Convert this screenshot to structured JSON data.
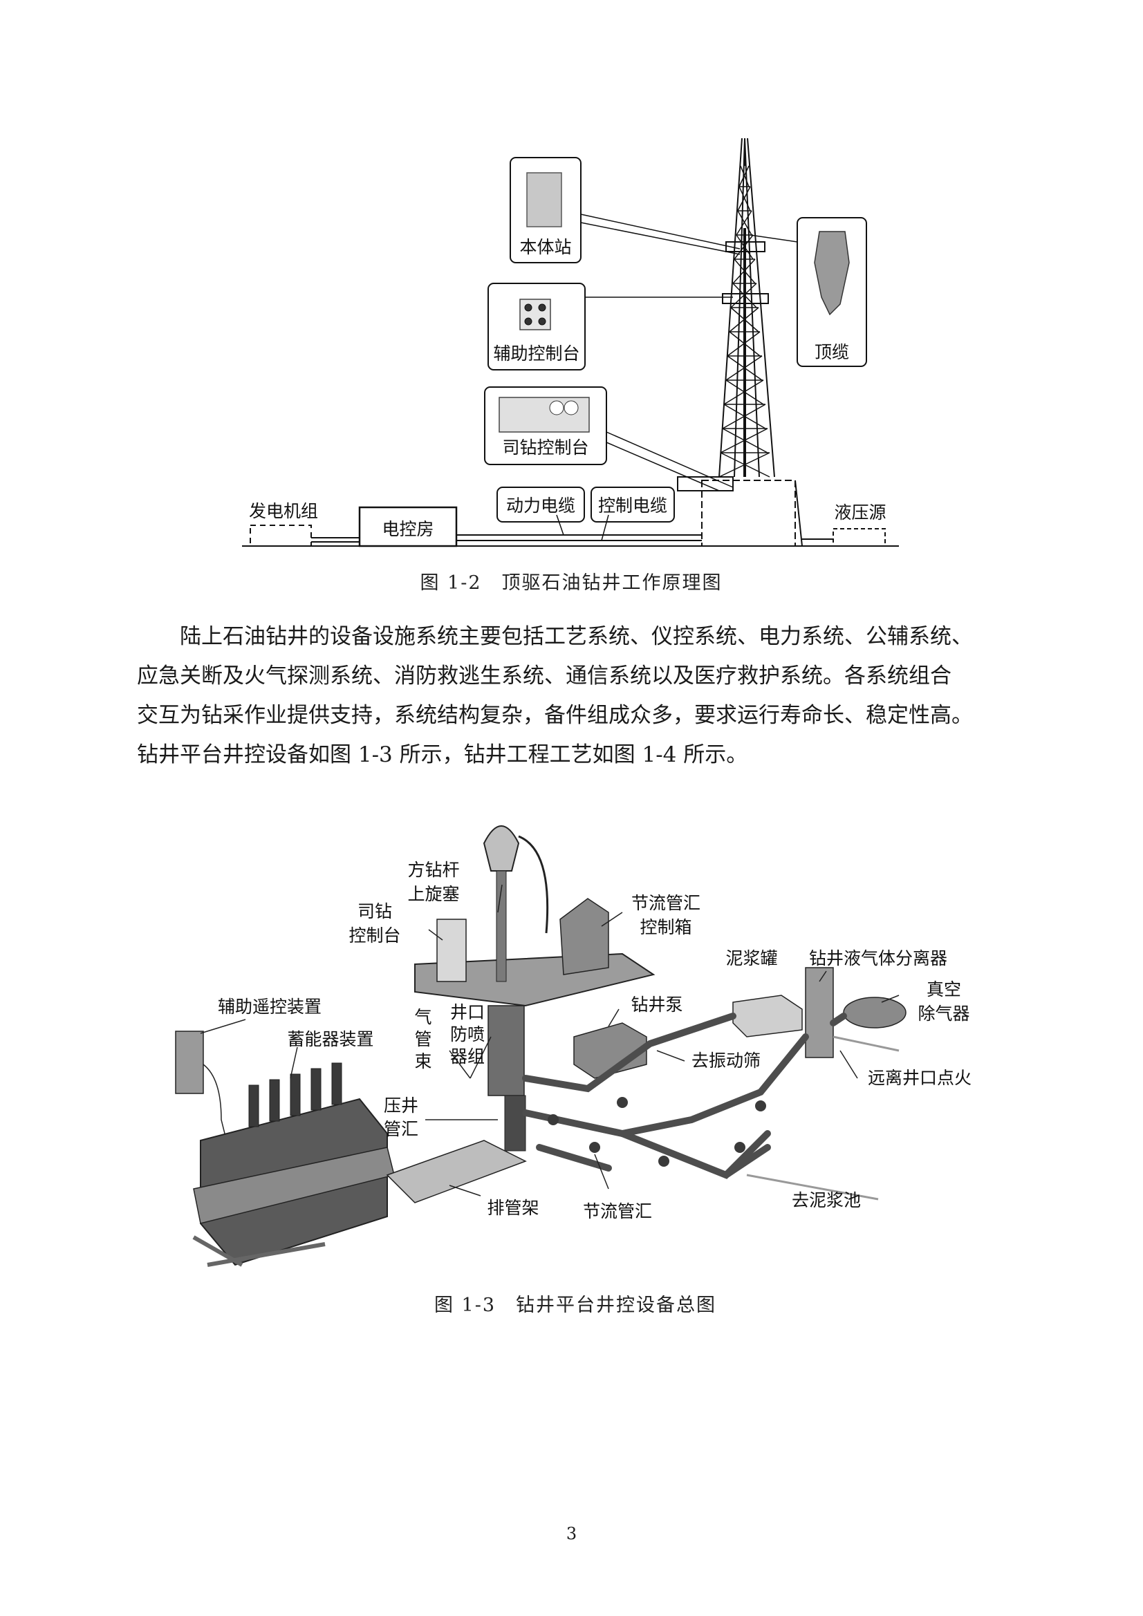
{
  "figure1": {
    "caption": "图 1-2　顶驱石油钻井工作原理图",
    "labels": {
      "body_station": "本体站",
      "aux_console": "辅助控制台",
      "driller_console": "司钻控制台",
      "top_cable": "顶缆",
      "generator": "发电机组",
      "control_room": "电控房",
      "power_cable": "动力电缆",
      "control_cable": "控制电缆",
      "hydraulic_source": "液压源"
    }
  },
  "paragraph": {
    "lines": [
      "陆上石油钻井的设备设施系统主要包括工艺系统、仪控系统、电力系统、公辅系统、",
      "应急关断及火气探测系统、消防救逃生系统、通信系统以及医疗救护系统。各系统组合",
      "交互为钻采作业提供支持，系统结构复杂，备件组成众多，要求运行寿命长、稳定性高。",
      "钻井平台井控设备如图 1-3 所示，钻井工程工艺如图 1-4 所示。"
    ]
  },
  "figure2": {
    "caption": "图 1-3　钻井平台井控设备总图",
    "labels": {
      "kelly_cock_1": "方钻杆",
      "kelly_cock_2": "上旋塞",
      "driller_console_1": "司钻",
      "driller_console_2": "控制台",
      "choke_box_1": "节流管汇",
      "choke_box_2": "控制箱",
      "mud_tank": "泥浆罐",
      "separator": "钻井液气体分离器",
      "vacuum_1": "真空",
      "vacuum_2": "除气器",
      "aux_remote": "辅助遥控装置",
      "accumulator": "蓄能器装置",
      "air_bundle_1": "气",
      "air_bundle_2": "管",
      "air_bundle_3": "束",
      "bop_1": "井口",
      "bop_2": "防喷",
      "bop_3": "器组",
      "mud_pump": "钻井泵",
      "to_shaker": "去振动筛",
      "remote_ignite": "远离井口点火",
      "kill_1": "压井",
      "kill_2": "管汇",
      "pipe_rack": "排管架",
      "choke_manifold": "节流管汇",
      "to_mud_pit": "去泥浆池"
    }
  },
  "page_number": "3"
}
